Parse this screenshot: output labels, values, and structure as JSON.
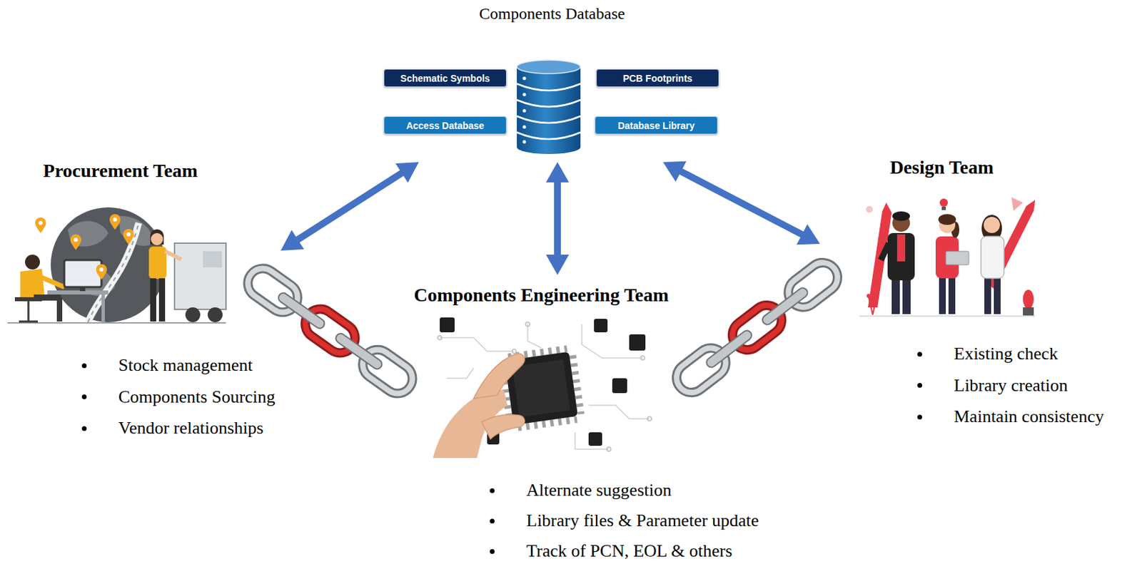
{
  "diagram": {
    "nodes": [
      {
        "text": [
          "Components Database"
        ]
      },
      {
        "text": [
          "Schematic Symbols"
        ],
        "in": 0
      },
      {
        "text": [
          "PCB Footprints"
        ],
        "in": 0
      },
      {
        "text": [
          "Access Database"
        ],
        "in": 0
      },
      {
        "text": [
          "Database Library"
        ],
        "in": 0
      },
      {
        "text": [
          "Procurement Team",
          "Stock management",
          "Components Sourcing",
          "Vendor relationships"
        ]
      },
      {
        "text": [
          "Design Team",
          "Existing check",
          "Library creation",
          "Maintain consistency"
        ]
      },
      {
        "text": [
          "Components Engineering Team",
          "Alternate suggestion",
          "Library files & Parameter update",
          "Track of PCN, EOL & others"
        ]
      }
    ],
    "edges": [
      {
        "from": 0,
        "to": 5,
        "arrow": "both"
      },
      {
        "from": 0,
        "to": 6,
        "arrow": "both"
      },
      {
        "from": 0,
        "to": 7,
        "arrow": "both"
      }
    ]
  }
}
